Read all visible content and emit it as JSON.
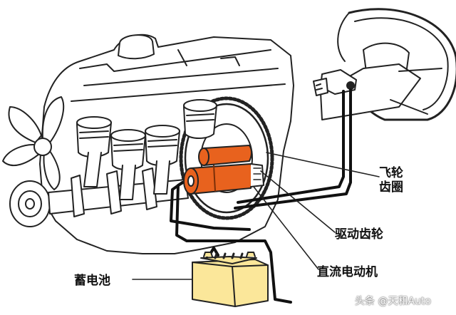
{
  "labels": {
    "flywheel_line1": "飞轮",
    "flywheel_line2": "齿圈",
    "drive_gear": "驱动齿轮",
    "dc_motor": "直流电动机",
    "battery": "蓄电池"
  },
  "watermark": "头条 @天和Auto",
  "colors": {
    "motor": "#e8621e",
    "battery": "#fbe79a",
    "outline": "#222222",
    "background": "#ffffff"
  }
}
